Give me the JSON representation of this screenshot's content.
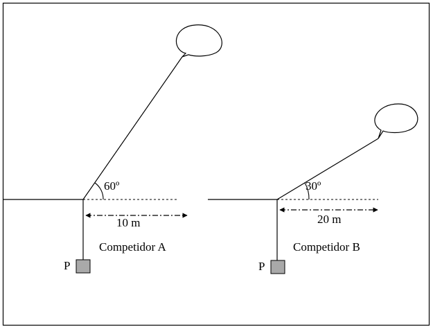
{
  "competitor_a": {
    "name": "Competidor A",
    "angle_label": "60º",
    "distance_label": "10 m",
    "weight_label": "P"
  },
  "competitor_b": {
    "name": "Competidor B",
    "angle_label": "30º",
    "distance_label": "20 m",
    "weight_label": "P"
  },
  "colors": {
    "line": "#000000",
    "weight_fill": "#a9a9a9"
  }
}
